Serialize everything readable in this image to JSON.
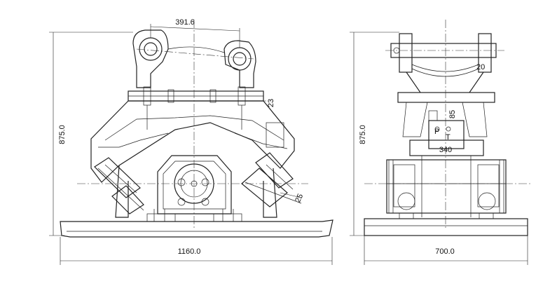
{
  "dimensions": {
    "pin_spacing": "391.6",
    "front_height": "875.0",
    "front_width": "1160.0",
    "side_height": "875.0",
    "side_width": "700.0",
    "plate_thickness": "23",
    "motor_offset": "25",
    "bracket_gap": "20",
    "port_height": "85",
    "port_spacing": "340"
  },
  "port_labels": {
    "pressure": "P",
    "tank": "T"
  },
  "colors": {
    "line": "#222222",
    "background": "#ffffff"
  }
}
